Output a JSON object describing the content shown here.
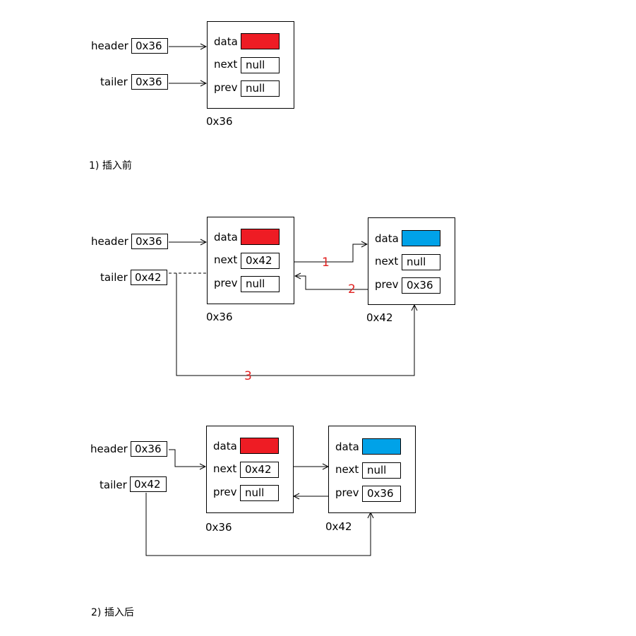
{
  "colors": {
    "red_data": "#ee1c24",
    "blue_data": "#00a2e8",
    "step_label": "#e0201f"
  },
  "labels": {
    "header": "header",
    "tailer": "tailer",
    "data": "data",
    "next": "next",
    "prev": "prev"
  },
  "before": {
    "header_value": "0x36",
    "tailer_value": "0x36",
    "node": {
      "address": "0x36",
      "next": "null",
      "prev": "null"
    },
    "caption": "1) 插入前"
  },
  "during": {
    "header_value": "0x36",
    "tailer_value": "0x42",
    "node1": {
      "address": "0x36",
      "next": "0x42",
      "prev": "null"
    },
    "node2": {
      "address": "0x42",
      "next": "null",
      "prev": "0x36"
    },
    "steps": [
      "1",
      "2",
      "3"
    ]
  },
  "after": {
    "header_value": "0x36",
    "tailer_value": "0x42",
    "node1": {
      "address": "0x36",
      "next": "0x42",
      "prev": "null"
    },
    "node2": {
      "address": "0x42",
      "next": "null",
      "prev": "0x36"
    },
    "caption": "2) 插入后"
  }
}
